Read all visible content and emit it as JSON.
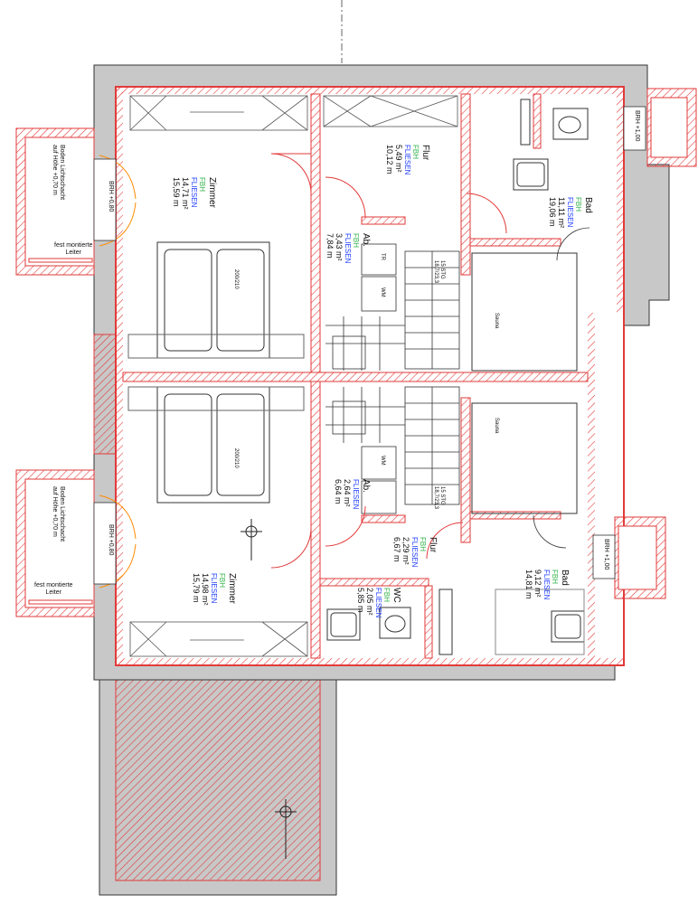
{
  "colors": {
    "wall": "#c8c8c8",
    "hatch": "#e23a3a",
    "outline": "#333333",
    "door": "#ff8a00",
    "fbh": "#33b34a",
    "fliesen": "#1e3cff"
  },
  "rooms": [
    {
      "name": "Zimmer",
      "fbh": "FBH",
      "floor": "FLIESEN",
      "area": "14,71 m²",
      "perimeter": "15,59 m"
    },
    {
      "name": "Flur",
      "fbh": "FBH",
      "floor": "FLIESEN",
      "area": "5,49 m²",
      "perimeter": "10,12 m"
    },
    {
      "name": "Bad",
      "fbh": "FBH",
      "floor": "FLIESEN",
      "area": "11,11 m²",
      "perimeter": "19,06 m"
    },
    {
      "name": "Zimmer",
      "fbh": "FBH",
      "floor": "FLIESEN",
      "area": "14,98 m²",
      "perimeter": "15,79 m"
    },
    {
      "name": "Flur",
      "fbh": "FBH",
      "floor": "FLIESEN",
      "area": "2,29 m²",
      "perimeter": "6,67 m"
    },
    {
      "name": "Bad",
      "fbh": "FBH",
      "floor": "FLIESEN",
      "area": "9,12 m²",
      "perimeter": "14,81 m"
    },
    {
      "name": "WC",
      "fbh": "FBH",
      "floor": "FLIESEN",
      "area": "2,05 m²",
      "perimeter": "5,85 m"
    },
    {
      "name": "Ab.",
      "fbh": "FBH",
      "floor": "FLIESEN",
      "area": "3,43 m²",
      "perimeter": "7,84 m"
    },
    {
      "name": "Ab.",
      "fbh": "",
      "floor": "FLIESEN",
      "area": "2,64 m²",
      "perimeter": "6,64 m"
    }
  ],
  "annotations": {
    "brh_left_top": "BRH +0,80",
    "brh_left_bottom": "BRH +0,80",
    "brh_right_top": "BRH +1,00",
    "brh_right_bottom": "BRH +1,00",
    "lightwell_line1": "Boden Lichtschacht",
    "lightwell_line2": "auf Höhe +0,70 m",
    "ladder_line1": "fest montierte",
    "ladder_line2": "Leiter",
    "sauna_top": "Sauna",
    "sauna_bottom": "Sauna",
    "tr": "TR",
    "wm_top": "WM",
    "wm_bottom": "WM",
    "stairs_top_line1": "15 STG",
    "stairs_top_line2": "18,7/23,3",
    "stairs_bottom_line1": "15 STG",
    "stairs_bottom_line2": "18,7/23,3",
    "bed_top": "200/210",
    "bed_bottom": "200/210"
  }
}
